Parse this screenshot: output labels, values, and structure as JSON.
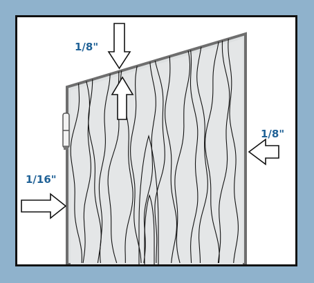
{
  "labels": {
    "top": "1/8\"",
    "right": "1/8\"",
    "left": "1/16\""
  },
  "colors": {
    "frame": "#8fb2cc",
    "panel": "#ffffff",
    "border": "#111111",
    "door": "#dde0e1",
    "door_edge": "#6e6e6e",
    "grain": "#111111",
    "label": "#1f6196"
  },
  "icons": {
    "top_arrow": "arrow-down-icon",
    "lift_arrow": "arrow-up-icon",
    "right_arrow": "arrow-left-icon",
    "left_arrow": "arrow-right-icon",
    "hinge": "hinge-icon"
  }
}
